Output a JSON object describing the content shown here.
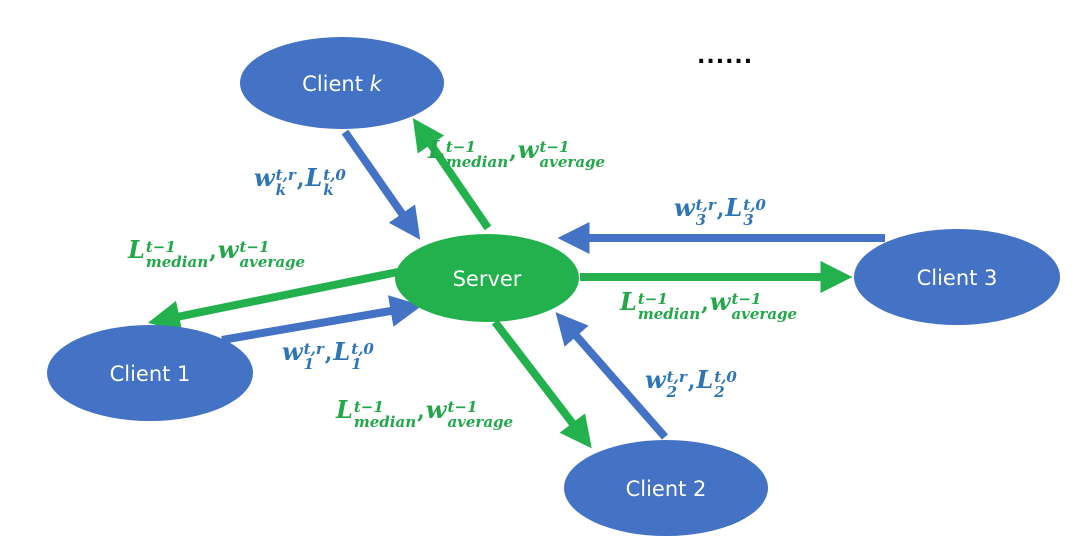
{
  "colors": {
    "client_fill": "#4472C4",
    "server_fill": "#22B14C",
    "upload_arrow": "#4472C4",
    "download_arrow": "#22B14C",
    "upload_text": "#2E75B6",
    "download_text": "#22A84A"
  },
  "nodes": {
    "server": "Server",
    "client_k": {
      "prefix": "Client ",
      "index": "k"
    },
    "client_1": "Client 1",
    "client_2": "Client 2",
    "client_3": "Client 3"
  },
  "ellipsis": "......",
  "edges": {
    "download": {
      "L": "L",
      "L_sup": "t−1",
      "L_sub": "median",
      "sep": ",",
      "w": "w",
      "w_sup": "t−1",
      "w_sub": "average"
    },
    "upload": [
      {
        "client": "k",
        "w": "w",
        "w_sup": "t,r",
        "w_sub": "k",
        "sep": ",",
        "L": "L",
        "L_sup": "t,0",
        "L_sub": "k"
      },
      {
        "client": "1",
        "w": "w",
        "w_sup": "t,r",
        "w_sub": "1",
        "sep": ",",
        "L": "L",
        "L_sup": "t,0",
        "L_sub": "1"
      },
      {
        "client": "2",
        "w": "w",
        "w_sup": "t,r",
        "w_sub": "2",
        "sep": ",",
        "L": "L",
        "L_sup": "t,0",
        "L_sub": "2"
      },
      {
        "client": "3",
        "w": "w",
        "w_sup": "t,r",
        "w_sub": "3",
        "sep": ",",
        "L": "L",
        "L_sup": "t,0",
        "L_sub": "3"
      }
    ]
  }
}
